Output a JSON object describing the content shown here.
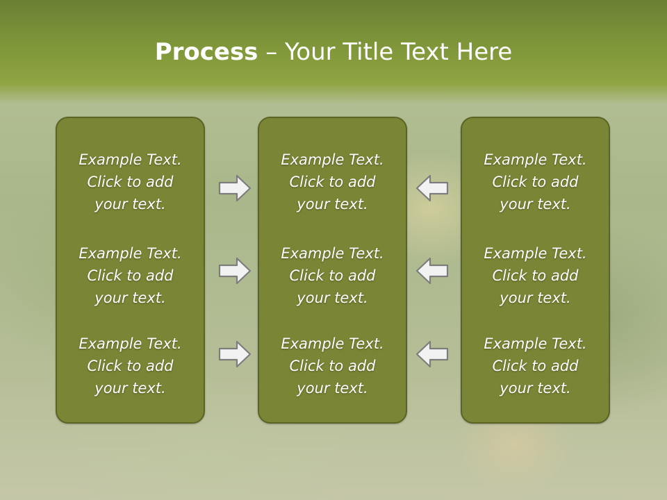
{
  "title": {
    "bold": "Process",
    "rest": " – Your Title Text Here"
  },
  "columns": [
    {
      "items": [
        [
          "Example Text.",
          "Click  to add",
          "your text."
        ],
        [
          "Example Text.",
          "Click  to add",
          "your text."
        ],
        [
          "Example Text.",
          "Click  to add",
          "your text."
        ]
      ]
    },
    {
      "items": [
        [
          "Example Text.",
          "Click  to add",
          "your text."
        ],
        [
          "Example Text.",
          "Click  to add",
          "your text."
        ],
        [
          "Example Text.",
          "Click  to add",
          "your text."
        ]
      ]
    },
    {
      "items": [
        [
          "Example Text.",
          "Click  to add",
          "your text."
        ],
        [
          "Example Text.",
          "Click  to add",
          "your text."
        ],
        [
          "Example Text.",
          "Click  to add",
          "your text."
        ]
      ]
    }
  ],
  "arrows": {
    "left_group": "right-arrow-icon",
    "right_group": "left-arrow-icon"
  },
  "colors": {
    "header": "#7f9739",
    "box_fill": "#7a8535",
    "box_border": "#5b6424",
    "text": "#ffffff"
  }
}
